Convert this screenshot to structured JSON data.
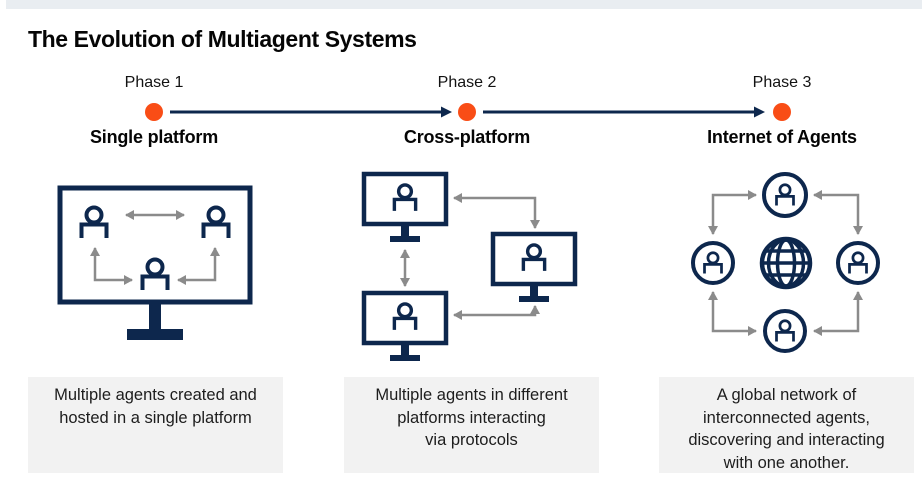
{
  "page": {
    "title": "The Evolution of Multiagent Systems"
  },
  "colors": {
    "navy": "#0D274D",
    "orange": "#F94D16",
    "arrow_gray": "#8B8B8B",
    "box_background": "#F2F2F2",
    "top_bar": "#E9EDF1"
  },
  "icons": {
    "agent": "person-icon",
    "monitor": "computer-monitor-icon",
    "globe": "globe-icon",
    "milestone": "orange-dot",
    "connector": "gray-double-arrow"
  },
  "phases": [
    {
      "label": "Phase 1",
      "name": "Single platform",
      "description": "Multiple agents created and\nhosted in a single platform"
    },
    {
      "label": "Phase 2",
      "name": "Cross-platform",
      "description": "Multiple agents in different\nplatforms interacting\nvia protocols"
    },
    {
      "label": "Phase 3",
      "name": "Internet of Agents",
      "description": "A global network of\ninterconnected agents,\ndiscovering and interacting\nwith one another."
    }
  ]
}
